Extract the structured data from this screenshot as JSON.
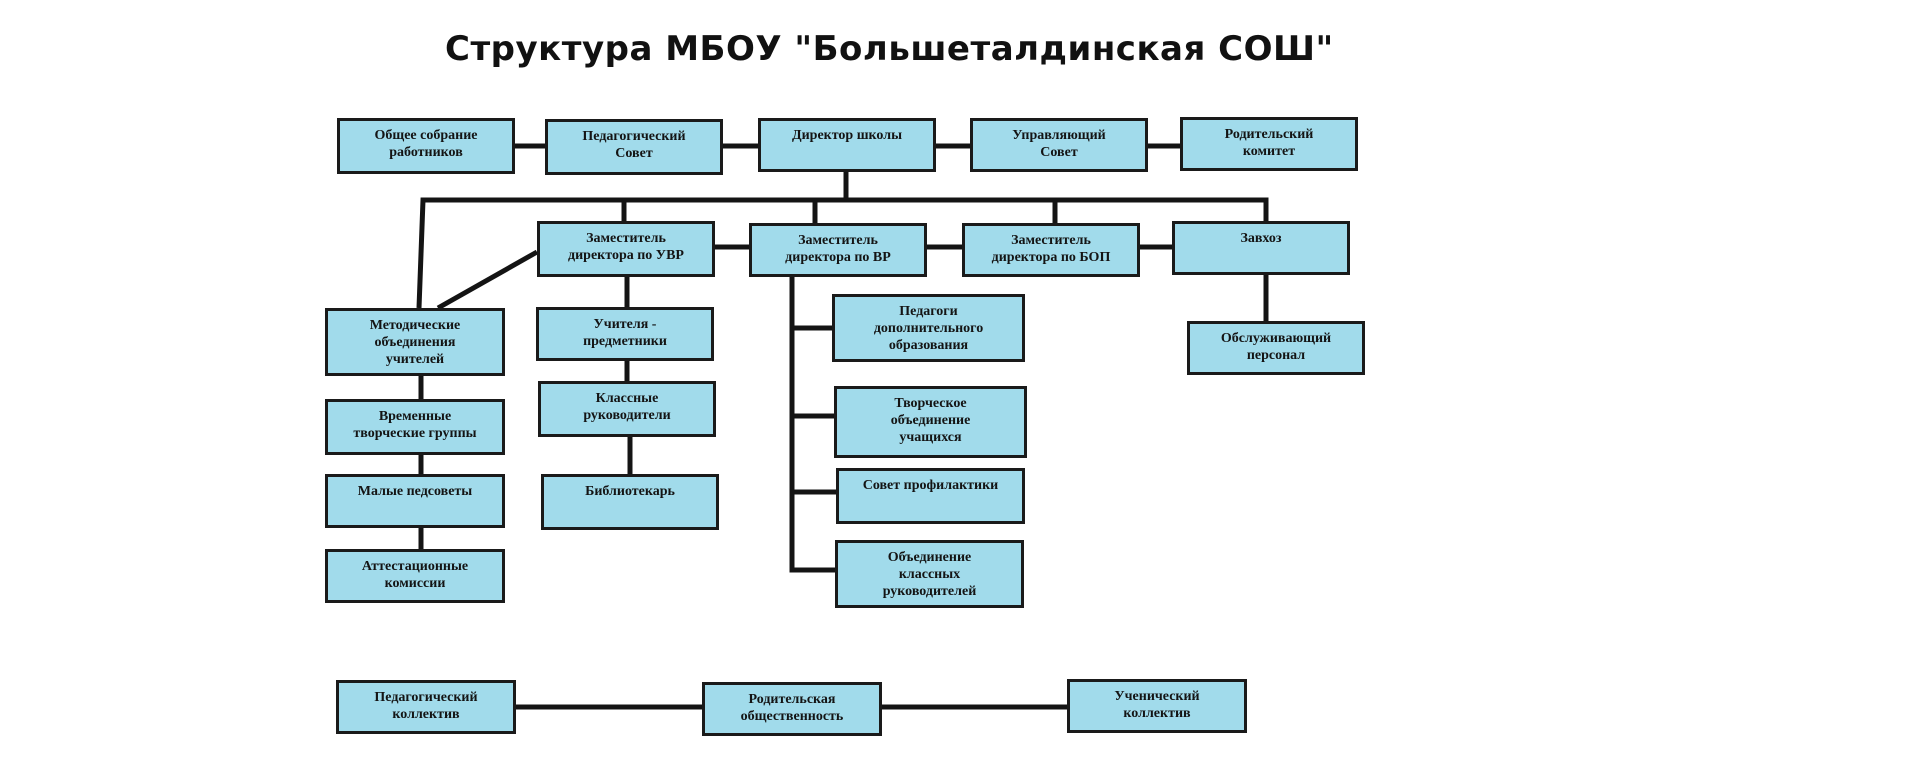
{
  "title": "Структура МБОУ \"Большеталдинская СОШ\"",
  "colors": {
    "box_fill": "#a1dbeb",
    "box_border": "#1a1a1a",
    "connector": "#141414"
  },
  "nodes": {
    "obshchee_sobranie": "Общее собрание\nработников",
    "ped_sovet": "Педагогический\nСовет",
    "direktor": "Директор школы",
    "upr_sovet": "Управляющий\nСовет",
    "rod_komitet": "Родительский\nкомитет",
    "zam_uvr": "Заместитель\nдиректора по УВР",
    "zam_vr": "Заместитель\nдиректора по ВР",
    "zam_bop": "Заместитель\nдиректора по БОП",
    "zavhoz": "Завхоз",
    "metod_ob": "Методические\nобъединения\nучителей",
    "vrem_grup": "Временные\nтворческие группы",
    "malye_pedsovety": "Малые педсоветы",
    "attest": "Аттестационные\nкомиссии",
    "uchitelya": "Учителя -\nпредметники",
    "klass_ruk": "Классные\nруководители",
    "bibliotekar": "Библиотекарь",
    "pedagogi_dop": "Педагоги\nдополнительного\nобразования",
    "tvorch_ob": "Творческое\nобъединение\nучащихся",
    "sovet_prof": "Совет профилактики",
    "ob_klass_ruk": "Объединение\nклассных\nруководителей",
    "obsl_personal": "Обслуживающий\nперсонал",
    "ped_kollektiv": "Педагогический\nколлектив",
    "rod_obshch": "Родительская\nобщественность",
    "uch_kollektiv": "Ученический\nколлектив"
  },
  "edges": [
    [
      "obshchee_sobranie",
      "ped_sovet"
    ],
    [
      "ped_sovet",
      "direktor"
    ],
    [
      "direktor",
      "upr_sovet"
    ],
    [
      "upr_sovet",
      "rod_komitet"
    ],
    [
      "direktor",
      "metod_ob"
    ],
    [
      "direktor",
      "zam_uvr"
    ],
    [
      "direktor",
      "zam_vr"
    ],
    [
      "direktor",
      "zam_bop"
    ],
    [
      "direktor",
      "zavhoz"
    ],
    [
      "zam_uvr",
      "zam_vr"
    ],
    [
      "zam_vr",
      "zam_bop"
    ],
    [
      "zam_bop",
      "zavhoz"
    ],
    [
      "zam_uvr",
      "metod_ob"
    ],
    [
      "metod_ob",
      "vrem_grup"
    ],
    [
      "vrem_grup",
      "malye_pedsovety"
    ],
    [
      "malye_pedsovety",
      "attest"
    ],
    [
      "zam_uvr",
      "uchitelya"
    ],
    [
      "uchitelya",
      "klass_ruk"
    ],
    [
      "klass_ruk",
      "bibliotekar"
    ],
    [
      "zam_vr",
      "pedagogi_dop"
    ],
    [
      "zam_vr",
      "tvorch_ob"
    ],
    [
      "zam_vr",
      "sovet_prof"
    ],
    [
      "zam_vr",
      "ob_klass_ruk"
    ],
    [
      "zavhoz",
      "obsl_personal"
    ],
    [
      "ped_kollektiv",
      "rod_obshch"
    ],
    [
      "rod_obshch",
      "uch_kollektiv"
    ]
  ]
}
